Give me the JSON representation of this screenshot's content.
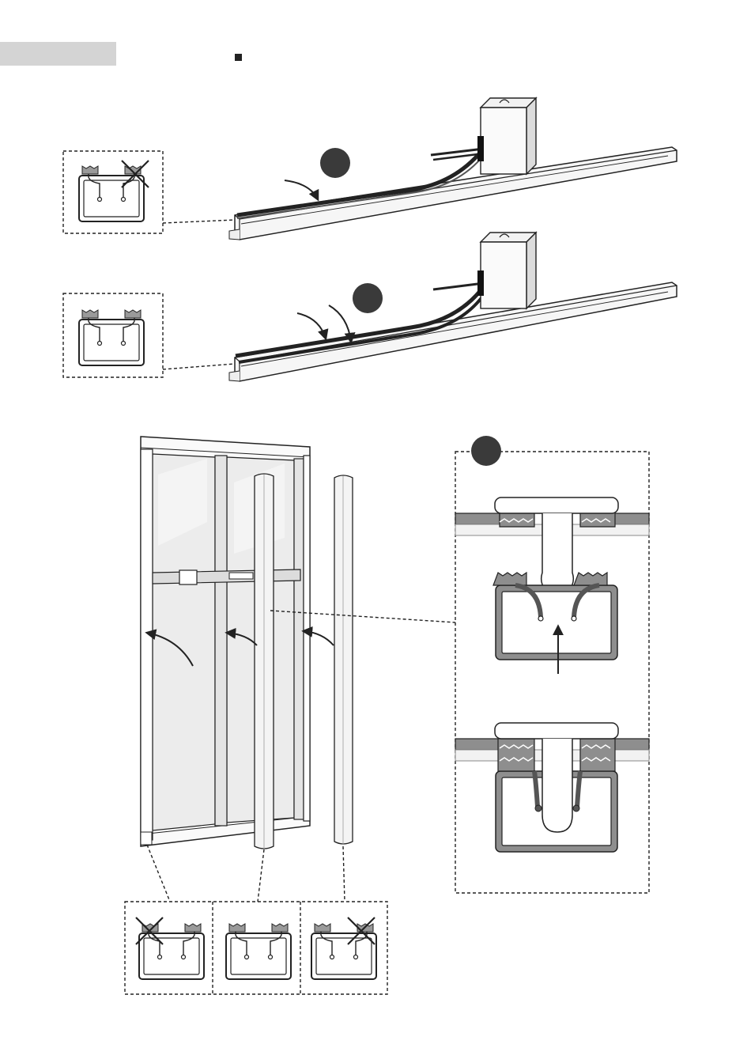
{
  "colors": {
    "header_tab": "#d4d4d4",
    "ink": "#222222",
    "step_badge": "#3a3a3a",
    "clip_gray": "#8e8e8e",
    "profile_light": "#f4f4f4",
    "glass": "#eeeeee"
  },
  "icons": {
    "header_bullet": "square-bullet-icon",
    "wrong": "cross-icon"
  },
  "panels": {
    "top_rail": "strip-in-rail-one-side",
    "middle_rail": "strip-in-rail-both-sides",
    "door": "door-frame-with-profiles",
    "detail": "profile-insertion-detail",
    "bottom_sections": [
      "section-left-side",
      "section-both-sides",
      "section-right-side"
    ]
  }
}
